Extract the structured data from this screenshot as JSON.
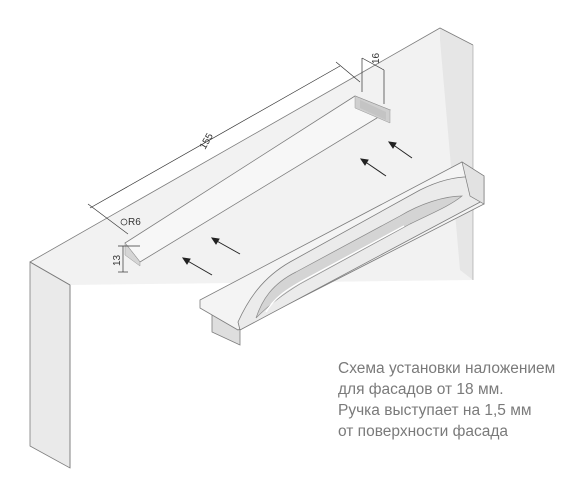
{
  "dimensions": {
    "length": "155",
    "width": "16",
    "depth": "13",
    "radius": "R6"
  },
  "caption": {
    "line1": "Схема установки наложением",
    "line2": "для фасадов от 18 мм.",
    "line3": "Ручка выступает на 1,5 мм",
    "line4": "от поверхности фасада"
  },
  "colors": {
    "panel_top": "#f3f3f3",
    "panel_front": "#ececec",
    "panel_side": "#dcdcdc",
    "outline": "#7d7d7d",
    "caption_text": "#7a7a7a"
  }
}
